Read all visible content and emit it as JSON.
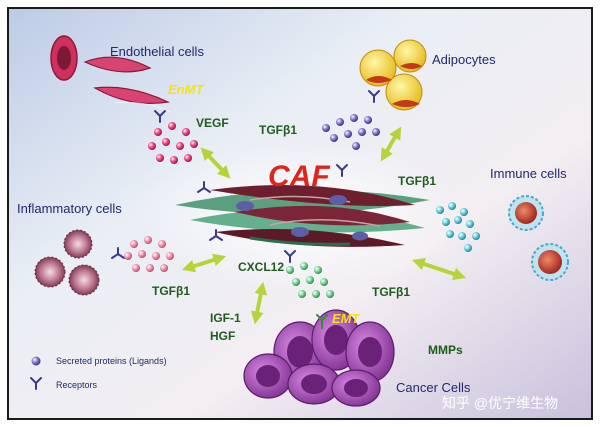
{
  "labels": {
    "caf": "CAF",
    "endothelial": "Endothelial cells",
    "enmt": "EnMT",
    "vegf": "VEGF",
    "tgfb1_top": "TGFβ1",
    "adipocytes": "Adipocytes",
    "tgfb1_right": "TGFβ1",
    "immune": "Immune cells",
    "inflammatory": "Inflammatory cells",
    "tgfb1_left": "TGFβ1",
    "cxcl12": "CXCL12",
    "tgfb1_bottom": "TGFβ1",
    "igf1": "IGF-1",
    "hgf": "HGF",
    "emt": "EMT",
    "mmps": "MMPs",
    "cancer": "Cancer Cells"
  },
  "legend": {
    "ligands": "Secreted proteins (Ligands)",
    "receptors": "Receptors"
  },
  "watermark": "知乎 @优宁维生物",
  "colors": {
    "caf_text": "#e0241c",
    "cell_label": "#1f2a6b",
    "signal_label": "#1d5c1d",
    "transition_label": "#f4e11a",
    "arrow": "#b5d33a",
    "fibroblast_dark": "#6e1f2e",
    "fibroblast_green": "#3f8f68",
    "cancer_cell": "#a845b8",
    "adipocyte": "#f4d91a",
    "immune_cell": "#c8433a"
  }
}
